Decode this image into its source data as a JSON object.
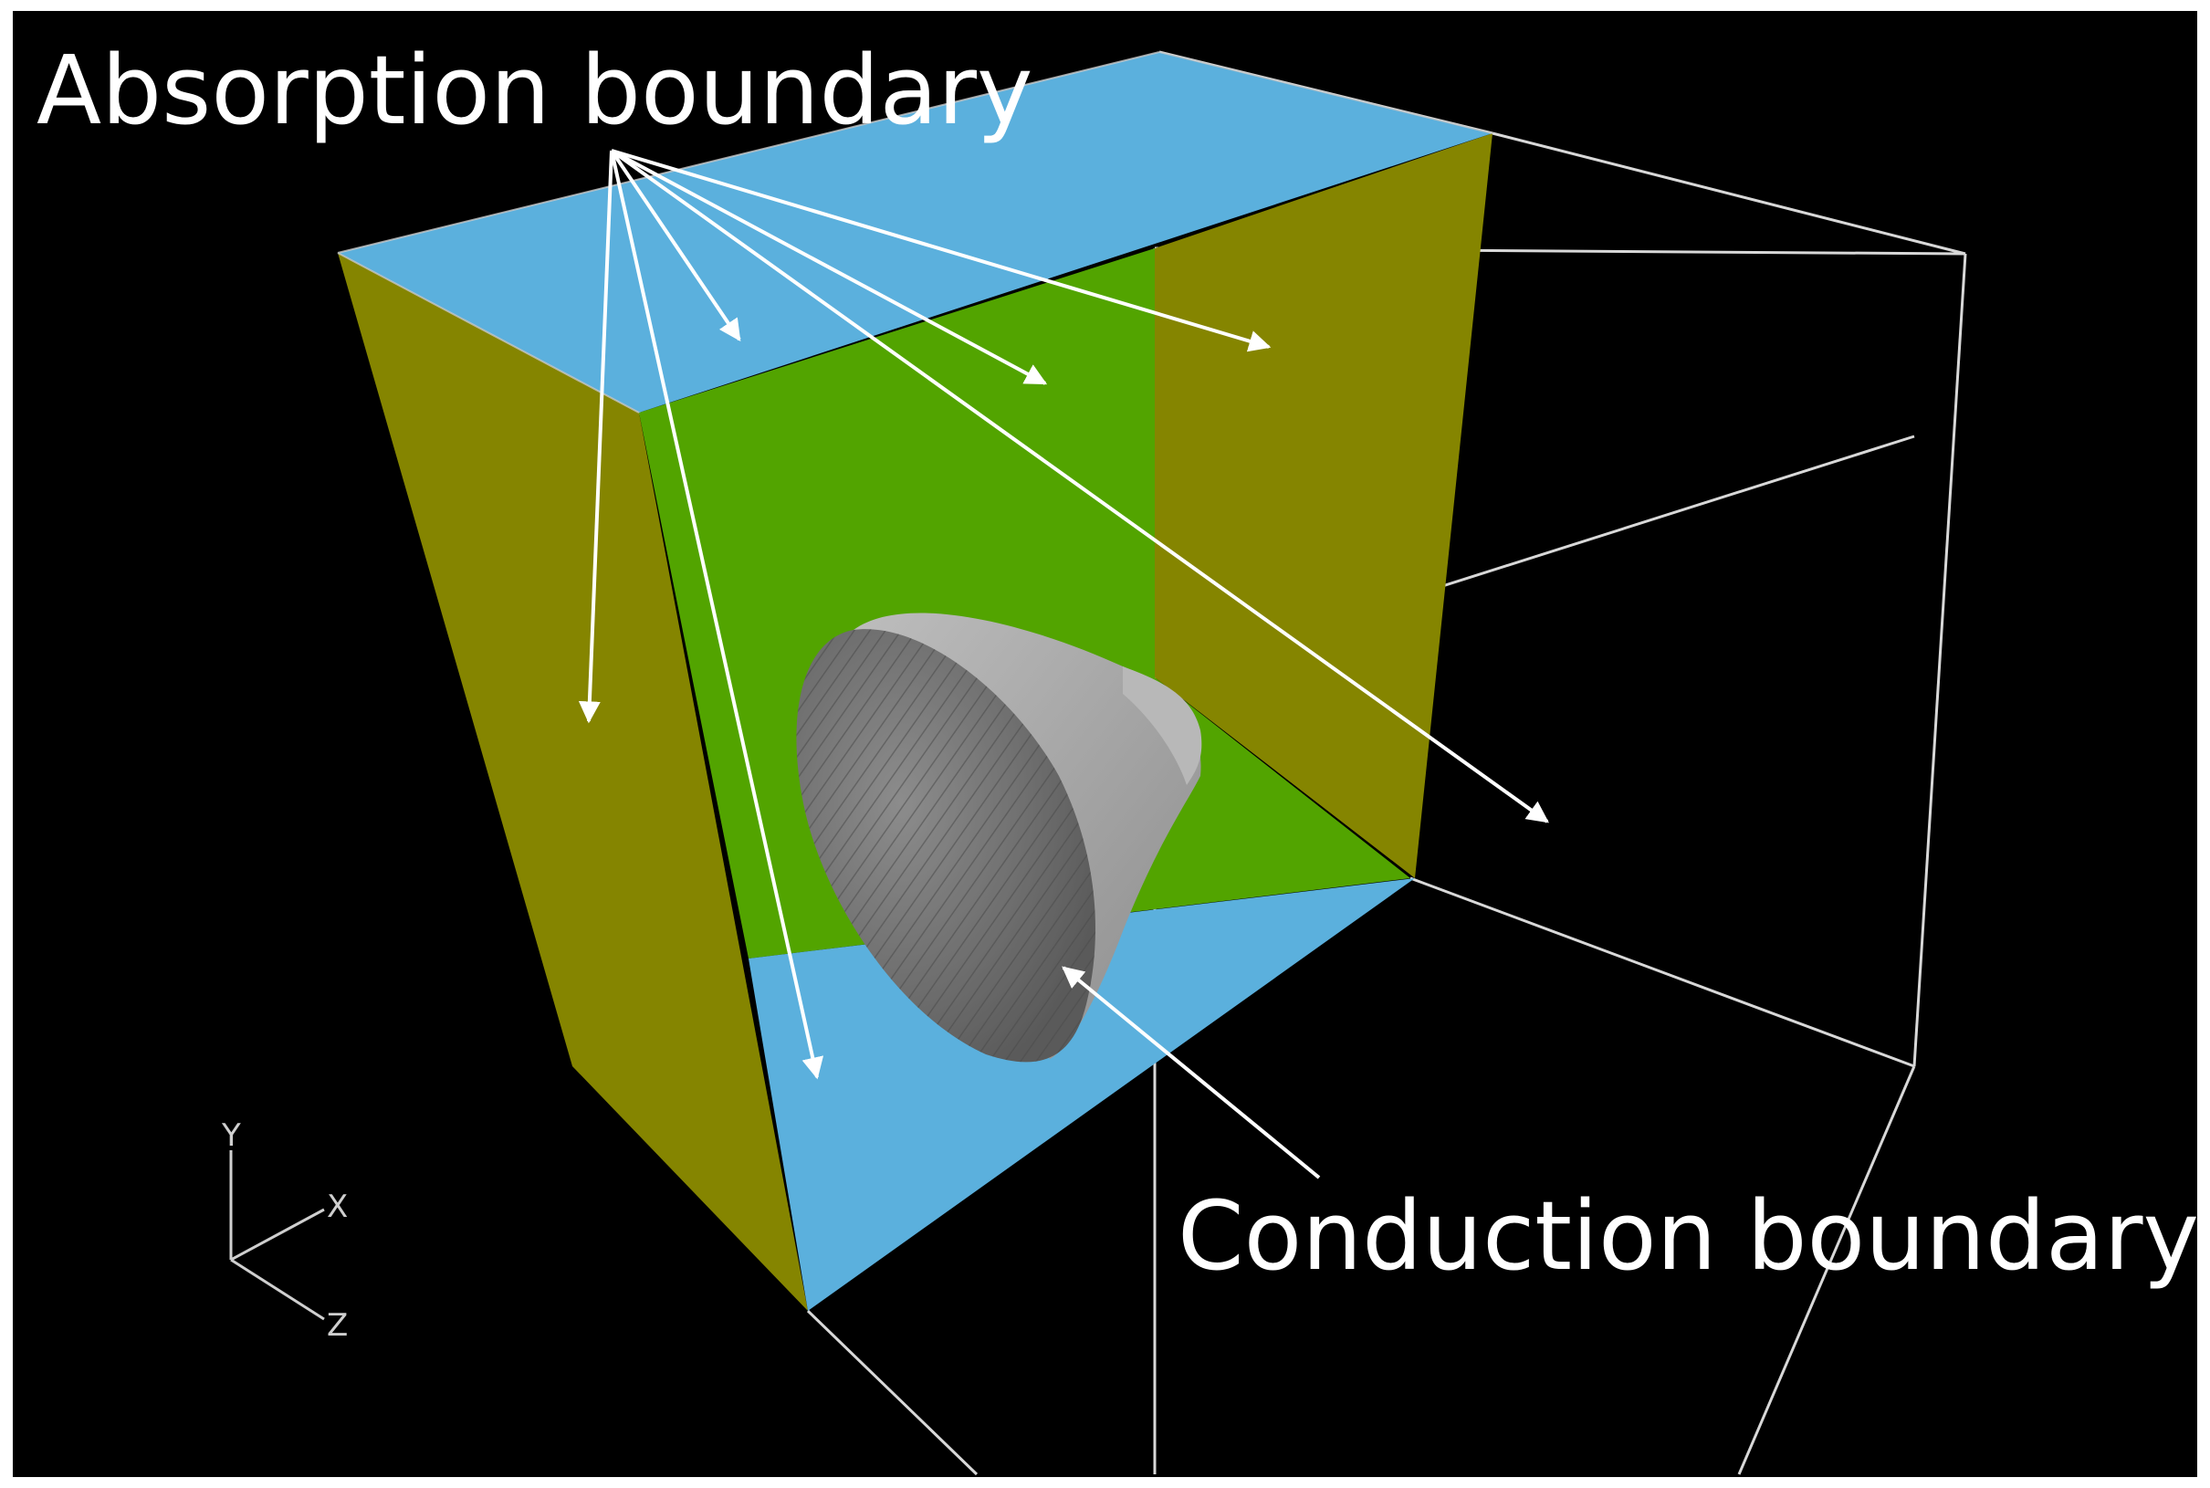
{
  "labels": {
    "absorption": "Absorption boundary",
    "conduction": "Conduction boundary"
  },
  "axes": {
    "y": "Y",
    "x": "X",
    "z": "Z"
  },
  "colors": {
    "background": "#000000",
    "frame": "#ffffff",
    "top_bottom_faces": "#5BB0DD",
    "side_faces": "#858500",
    "back_face": "#52A400",
    "object": "#9a9a9a",
    "arrows": "#ffffff",
    "wireframe": "#d8d8d8"
  }
}
